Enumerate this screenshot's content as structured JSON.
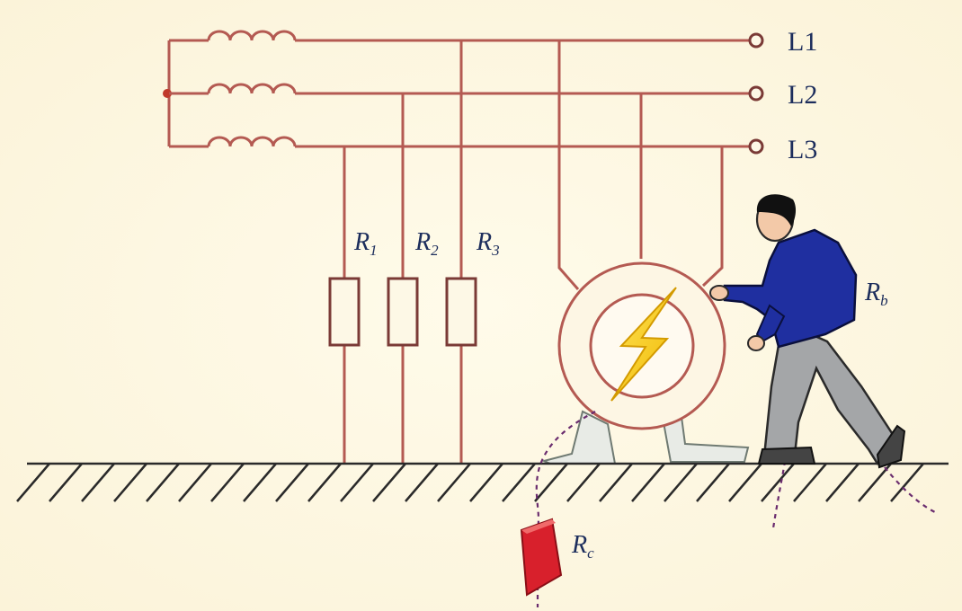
{
  "diagram": {
    "phase_labels": [
      "L1",
      "L2",
      "L3"
    ],
    "resistor_labels": [
      {
        "main": "R",
        "sub": "1"
      },
      {
        "main": "R",
        "sub": "2"
      },
      {
        "main": "R",
        "sub": "3"
      }
    ],
    "body_resistance": {
      "main": "R",
      "sub": "b"
    },
    "ground_resistance": {
      "main": "R",
      "sub": "c"
    },
    "colors": {
      "wire": "#b45a52",
      "background": "#fdf8e6",
      "lightning": "#f5d020",
      "ground_resistor": "#d8202c",
      "shirt": "#1f2fa0",
      "pants": "#a4a6a8",
      "text": "#1c2d5c"
    },
    "icons": [
      "transformer-coil-icon",
      "resistor-icon",
      "motor-icon",
      "lightning-bolt-icon",
      "person-icon",
      "ground-hatch-icon"
    ]
  }
}
